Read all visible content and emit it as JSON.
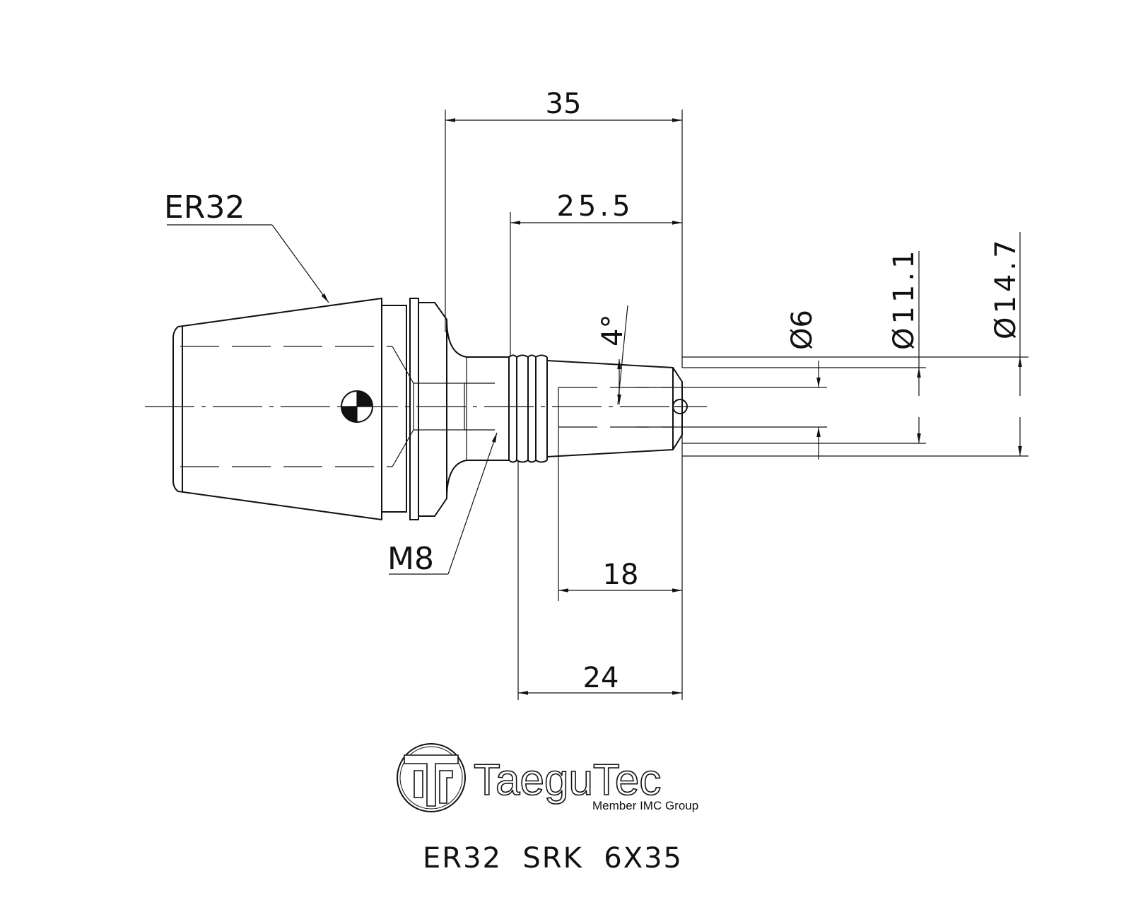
{
  "drawing": {
    "dimensions": {
      "overall_length": "35",
      "shank_length": "25.5",
      "taper_length": "18",
      "thread_length": "24",
      "taper_angle": "4°",
      "bore_dia": "Ø6",
      "tip_dia": "Ø11.1",
      "neck_dia": "Ø14.7"
    },
    "callouts": {
      "collet_type": "ER32",
      "thread": "M8"
    }
  },
  "logo": {
    "brand": "TaeguTec",
    "tagline": "Member IMC Group"
  },
  "part_number": "ER32  SRK  6X35"
}
